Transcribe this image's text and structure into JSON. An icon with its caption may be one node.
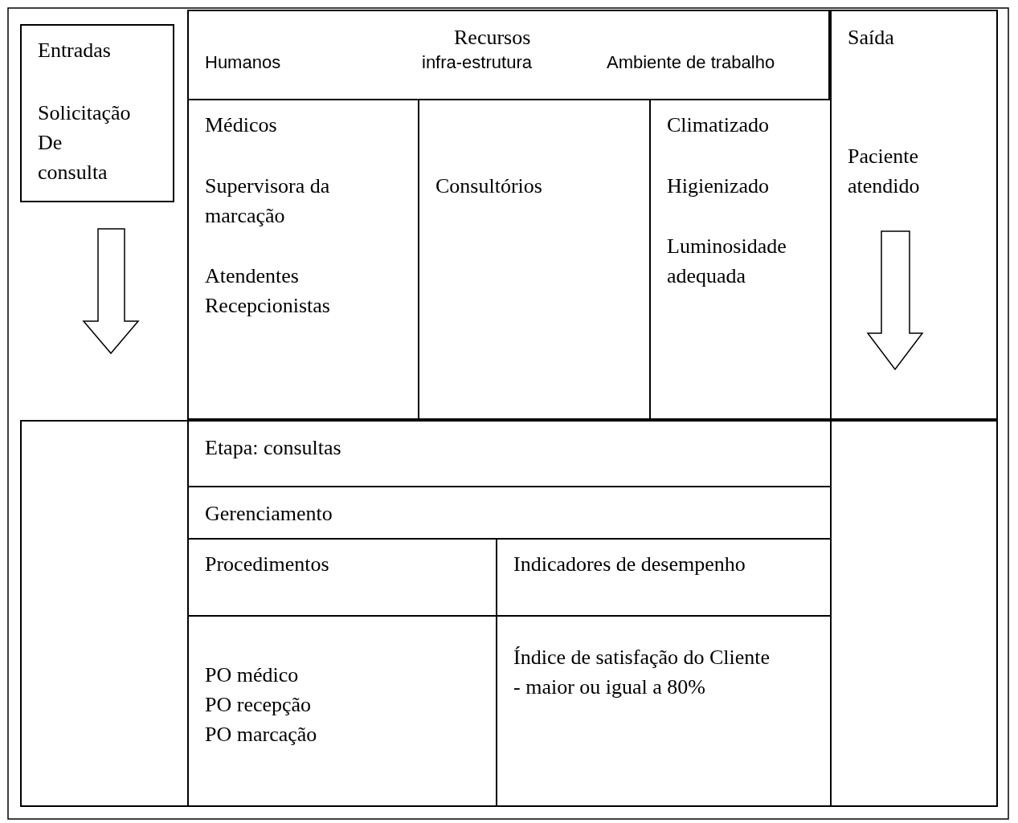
{
  "diagram": {
    "nodes": [
      {
        "text": [
          "Entradas",
          "Solicitação De consulta"
        ]
      },
      {
        "text": [
          "Recursos",
          "Humanos",
          "infra-estrutura",
          "Ambiente de trabalho"
        ]
      },
      {
        "text": [
          "Médicos",
          "Supervisora da marcação",
          "Atendentes Recepcionistas"
        ]
      },
      {
        "text": [
          "Consultórios"
        ]
      },
      {
        "text": [
          "Climatizado",
          "Higienizado",
          "Luminosidade adequada"
        ]
      },
      {
        "text": [
          "Saída",
          "Paciente atendido"
        ]
      },
      {
        "text": [],
        "shape": "box"
      },
      {
        "text": [
          "Etapa: consultas"
        ]
      },
      {
        "text": [
          "Gerenciamento"
        ]
      },
      {
        "text": [
          "Procedimentos"
        ]
      },
      {
        "text": [
          "Indicadores de desempenho"
        ]
      },
      {
        "text": [
          "PO médico",
          "PO recepção",
          "PO marcação"
        ]
      },
      {
        "text": [
          "Índice de satisfação do Cliente  - maior ou igual a 80%"
        ]
      },
      {
        "text": [],
        "shape": "box"
      }
    ],
    "edges": []
  }
}
